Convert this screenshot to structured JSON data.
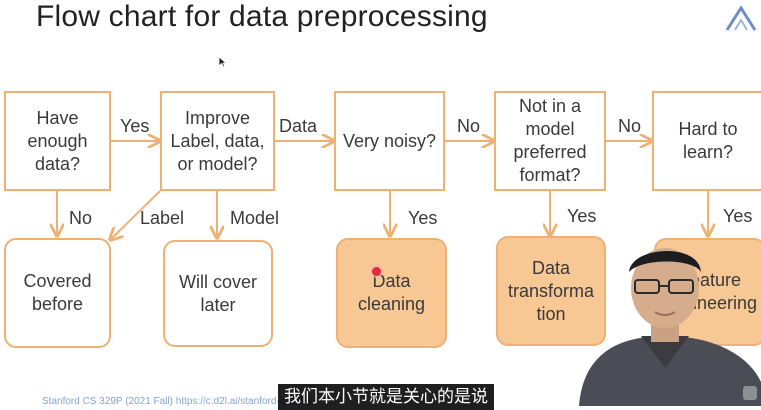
{
  "title": "Flow chart for data preprocessing",
  "nodes": {
    "have_data": "Have\nenough\ndata?",
    "improve": "Improve\nLabel, data,\nor model?",
    "noisy": "Very noisy?",
    "format": "Not in a\nmodel\npreferred\nformat?",
    "hard": "Hard to\nlearn?",
    "covered": "Covered\nbefore",
    "will_cover": "Will cover\nlater",
    "cleaning": "Data\ncleaning",
    "transformation": "Data\ntransforma\ntion",
    "feature": "Feature\nengineering"
  },
  "edges": {
    "yes1": "Yes",
    "data": "Data",
    "no1": "No",
    "no2": "No",
    "no_down": "No",
    "label": "Label",
    "model": "Model",
    "yes_clean": "Yes",
    "yes_transform": "Yes",
    "yes_feature": "Yes"
  },
  "footnote": "Stanford CS 329P (2021 Fall) https://c.d2l.ai/stanford-cs329p",
  "subtitle": "我们本小节就是关心的是说",
  "colors": {
    "box_border": "#efb073",
    "box_fill": "#f7c794",
    "arrow": "#efb073"
  }
}
